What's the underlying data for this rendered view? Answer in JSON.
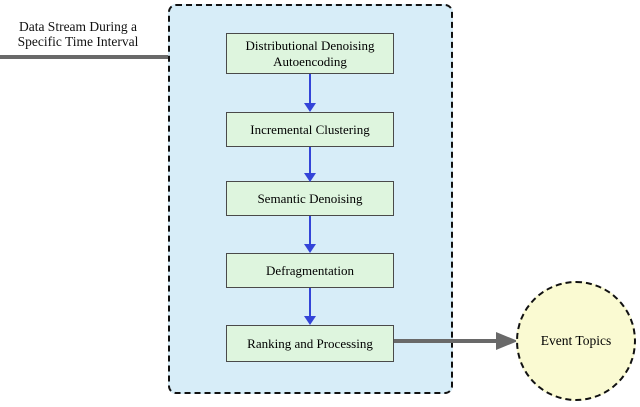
{
  "diagram": {
    "input_label": {
      "line1": "Data Stream During a",
      "line2": "Specific Time Interval"
    },
    "pipeline": {
      "steps": [
        {
          "label": "Distributional Denoising Autoencoding"
        },
        {
          "label": "Incremental Clustering"
        },
        {
          "label": "Semantic Denoising"
        },
        {
          "label": "Defragmentation"
        },
        {
          "label": "Ranking and Processing"
        }
      ]
    },
    "output": {
      "label": "Event Topics"
    }
  },
  "colors": {
    "container-fill": "#d7edf8",
    "box-fill": "#def5de",
    "box-border": "#4a4a4a",
    "circle-fill": "#fafad2",
    "blue-arrow": "#3344d8",
    "gray-arrow": "#696969",
    "dash-border": "#111111"
  }
}
